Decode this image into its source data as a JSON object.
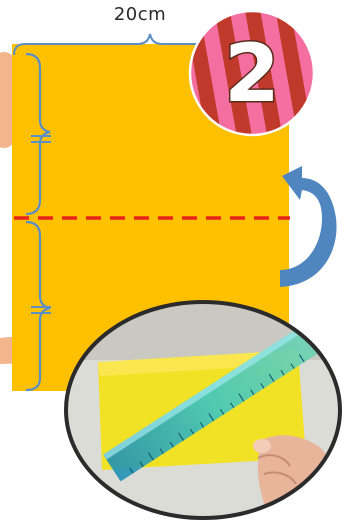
{
  "dimension": {
    "label": "20cm"
  },
  "step_badge": {
    "number": "2"
  },
  "colors": {
    "paper": "#FFC000",
    "fold_line": "#E8231B",
    "brace": "#5B8FC6",
    "arrow": "#4F86C0",
    "badge_stripe_light": "#F46FA0",
    "badge_stripe_dark": "#C0392B"
  },
  "icons": {
    "arrow": "curved-fold-arrow-icon",
    "photo": "ruler-on-paper-photo",
    "badge": "step-number-badge"
  }
}
